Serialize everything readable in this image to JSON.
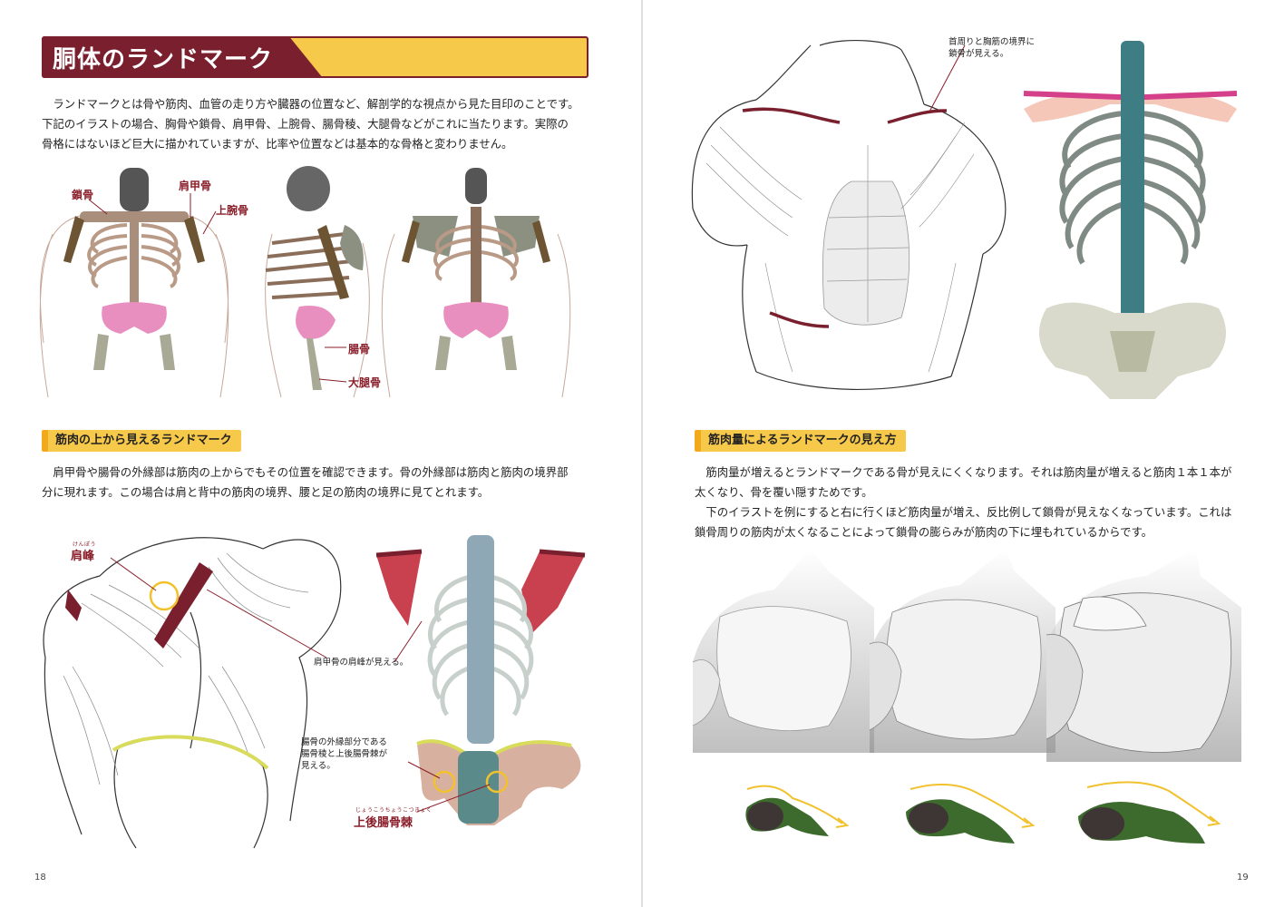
{
  "left_page": {
    "title": "胴体のランドマーク",
    "intro": [
      "ランドマークとは骨や筋肉、血管の走り方や臓器の位置など、解剖学的な視点から見た目印のことです。",
      "下記のイラストの場合、胸骨や鎖骨、肩甲骨、上腕骨、腸骨稜、大腿骨などがこれに当たります。実際の",
      "骨格にはないほど巨大に描かれていますが、比率や位置などは基本的な骨格と変わりません。"
    ],
    "skeleton_labels": {
      "clavicle": "鎖骨",
      "scapula": "肩甲骨",
      "humerus": "上腕骨",
      "ilium": "腸骨",
      "femur": "大腿骨"
    },
    "section1": {
      "heading": "筋肉の上から見えるランドマーク",
      "body": [
        "肩甲骨や腸骨の外縁部は筋肉の上からでもその位置を確認できます。骨の外縁部は筋肉と筋肉の境界部",
        "分に現れます。この場合は肩と背中の筋肉の境界、腰と足の筋肉の境界に見てとれます。"
      ],
      "acromion_label": "肩峰",
      "acromion_ruby": "けんぽう",
      "acromion_note": "肩甲骨の肩峰が見える。",
      "iliac_note": [
        "腸骨の外縁部分である",
        "腸骨稜と上後腸骨棘が",
        "見える。"
      ],
      "psis_label": "上後腸骨棘",
      "psis_ruby": "じょうこうちょうこつきょく"
    },
    "page_number": "18"
  },
  "right_page": {
    "clavicle_note": [
      "首周りと胸筋の境界に",
      "鎖骨が見える。"
    ],
    "section2": {
      "heading": "筋肉量によるランドマークの見え方",
      "body": [
        "筋肉量が増えるとランドマークである骨が見えにくくなります。それは筋肉量が増えると筋肉１本１本が",
        "太くなり、骨を覆い隠すためです。",
        "下のイラストを例にすると右に行くほど筋肉量が増え、反比例して鎖骨が見えなくなっています。これは",
        "鎖骨周りの筋肉が太くなることによって鎖骨の膨らみが筋肉の下に埋もれているからです。"
      ]
    },
    "page_number": "19"
  },
  "colors": {
    "maroon": "#7a1f2e",
    "banner_yellow": "#f7c94a",
    "bone_brown": "#b99a86",
    "pelvis_pink": "#e88fc0",
    "spine_teal": "#3e7d84",
    "muscle_green": "#3d6a2d",
    "label_red": "#8a1e2a"
  }
}
